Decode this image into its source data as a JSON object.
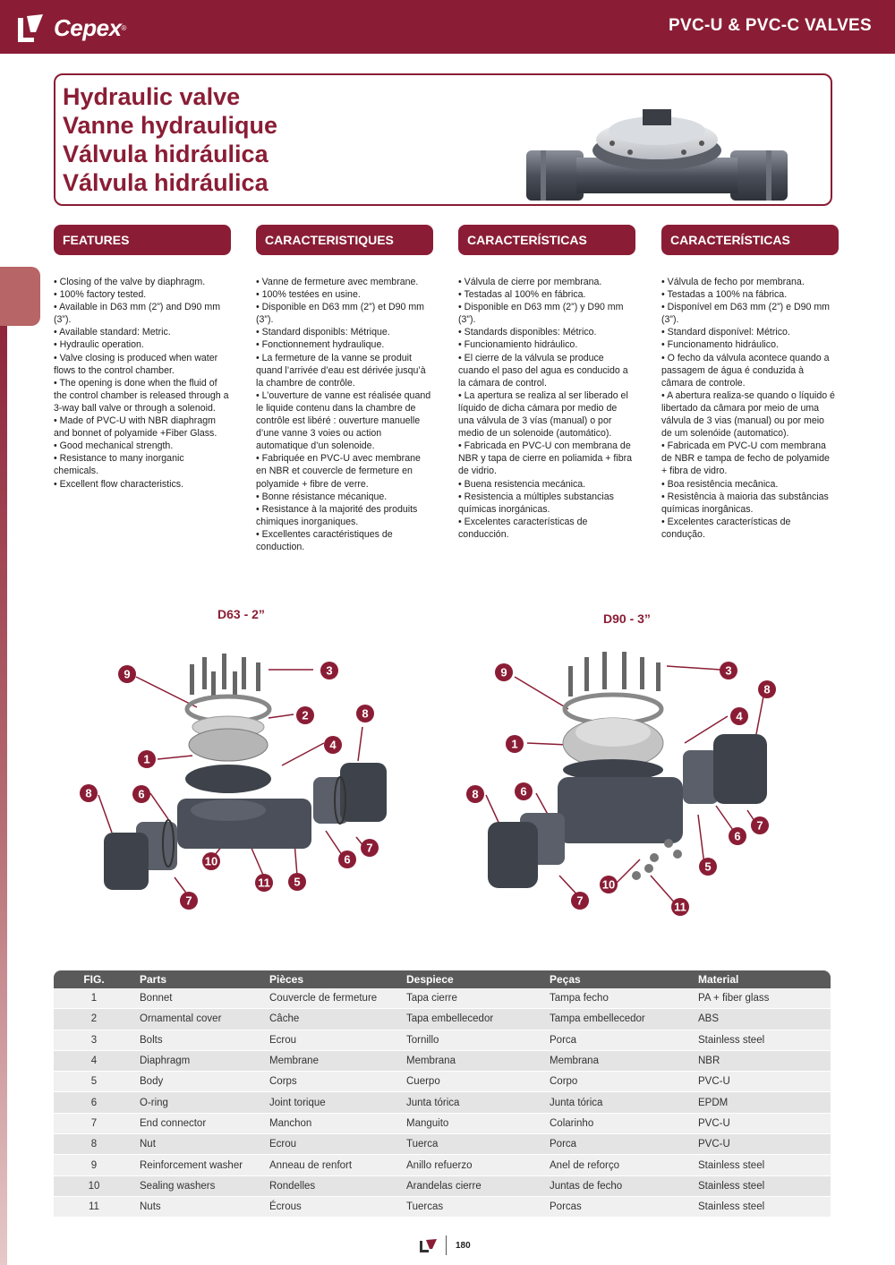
{
  "header": {
    "brand": "Cepex",
    "brand_mark": "®",
    "section_title": "PVC-U & PVC-C VALVES"
  },
  "titles": [
    "Hydraulic valve",
    "Vanne hydraulique",
    "Válvula hidráulica",
    "Válvula hidráulica"
  ],
  "features": [
    {
      "heading": "FEATURES",
      "items": [
        "• Closing of the valve by diaphragm.",
        "• 100% factory tested.",
        "• Available in D63 mm (2”) and D90 mm (3”).",
        "• Available standard: Metric.",
        "• Hydraulic operation.",
        "• Valve closing is produced when water flows to the control chamber.",
        "• The opening is done when the fluid of the control chamber is released through a 3-way ball valve or through a solenoid.",
        "• Made of PVC-U with NBR diaphragm and bonnet of polyamide +Fiber Glass.",
        "• Good mechanical strength.",
        "• Resistance to many inorganic chemicals.",
        "• Excellent flow characteristics."
      ]
    },
    {
      "heading": "CARACTERISTIQUES",
      "items": [
        "• Vanne de fermeture avec membrane.",
        "• 100% testées en usine.",
        "• Disponible en D63 mm (2”) et D90 mm (3”).",
        "• Standard disponibls: Métrique.",
        "• Fonctionnement hydraulique.",
        "• La fermeture de la vanne se produit quand l’arrivée d’eau est dérivée jusqu’à la chambre de contrôle.",
        "• L’ouverture de vanne est réalisée quand le liquide contenu dans la chambre de contrôle est libéré : ouverture manuelle d’une vanne 3 voies ou action automatique d’un solenoide.",
        "• Fabriquée en PVC-U avec membrane en NBR et couvercle de fermeture en polyamide + fibre de verre.",
        "• Bonne résistance mécanique.",
        "• Resistance à la majorité des produits chimiques inorganiques.",
        "• Excellentes caractéristiques de conduction."
      ]
    },
    {
      "heading": "CARACTERÍSTICAS",
      "items": [
        "• Válvula de cierre por membrana.",
        "• Testadas al 100% en fábrica.",
        "• Disponible en D63 mm (2”) y D90 mm (3”).",
        "• Standards disponibles: Métrico.",
        "• Funcionamiento hidráulico.",
        "• El cierre de la válvula se produce cuando el paso del agua es conducido a la cámara de control.",
        "• La apertura se realiza al ser liberado el líquido de dicha cámara por medio de una válvula de 3 vías (manual) o por medio de un solenoide (automático).",
        "• Fabricada en PVC-U con membrana de NBR y tapa de cierre en poliamida + fibra de vidrio.",
        "• Buena resistencia mecánica.",
        "• Resistencia a múltiples substancias químicas inorgánicas.",
        "• Excelentes características de conducción."
      ]
    },
    {
      "heading": "CARACTERÍSTICAS",
      "items": [
        "• Válvula de fecho por membrana.",
        "• Testadas a 100% na fábrica.",
        "• Disponível em D63 mm (2”) e D90 mm (3”).",
        "• Standard disponível: Métrico.",
        "• Funcionamento hidráulico.",
        "• O fecho da válvula acontece quando a passagem de água é conduzida à câmara de controle.",
        "• A abertura realiza-se quando o líquido é libertado da câmara por meio de uma válvula de 3 vias (manual) ou por meio de um solenóide (automatico).",
        "• Fabricada em PVC-U com membrana de NBR e tampa de fecho de polyamide + fibra de vidro.",
        "• Boa resistência mecânica.",
        "• Resistência à maioria das substâncias químicas inorgânicas.",
        "• Excelentes características de condução."
      ]
    }
  ],
  "diagrams": [
    {
      "label": "D63 - 2”"
    },
    {
      "label": "D90 - 3”"
    }
  ],
  "callouts": [
    "1",
    "2",
    "3",
    "4",
    "5",
    "6",
    "7",
    "8",
    "9",
    "10",
    "11"
  ],
  "table": {
    "headers": [
      "FIG.",
      "Parts",
      "Pièces",
      "Despiece",
      "Peças",
      "Material"
    ],
    "rows": [
      [
        "1",
        "Bonnet",
        "Couvercle de fermeture",
        "Tapa cierre",
        "Tampa fecho",
        "PA + fiber glass"
      ],
      [
        "2",
        "Ornamental cover",
        "Câche",
        "Tapa embellecedor",
        "Tampa embellecedor",
        "ABS"
      ],
      [
        "3",
        "Bolts",
        "Ecrou",
        "Tornillo",
        "Porca",
        "Stainless steel"
      ],
      [
        "4",
        "Diaphragm",
        "Membrane",
        "Membrana",
        "Membrana",
        "NBR"
      ],
      [
        "5",
        "Body",
        "Corps",
        "Cuerpo",
        "Corpo",
        "PVC-U"
      ],
      [
        "6",
        "O-ring",
        "Joint torique",
        "Junta tórica",
        "Junta tórica",
        "EPDM"
      ],
      [
        "7",
        "End connector",
        "Manchon",
        "Manguito",
        "Colarinho",
        "PVC-U"
      ],
      [
        "8",
        "Nut",
        "Ecrou",
        "Tuerca",
        "Porca",
        "PVC-U"
      ],
      [
        "9",
        "Reinforcement washer",
        "Anneau de renfort",
        "Anillo refuerzo",
        "Anel de reforço",
        "Stainless steel"
      ],
      [
        "10",
        "Sealing washers",
        "Rondelles",
        "Arandelas cierre",
        "Juntas de fecho",
        "Stainless steel"
      ],
      [
        "11",
        "Nuts",
        "Écrous",
        "Tuercas",
        "Porcas",
        "Stainless steel"
      ]
    ]
  },
  "footer": {
    "page_number": "180"
  },
  "colors": {
    "brand": "#8a1d35",
    "table_header": "#5a5a5a"
  }
}
